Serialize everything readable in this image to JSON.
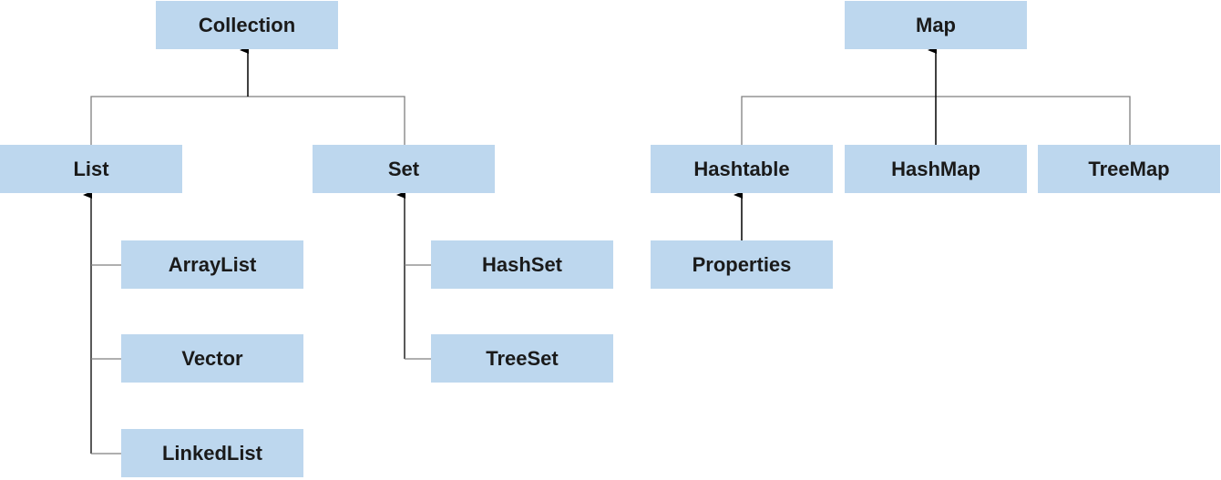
{
  "nodes": {
    "collection": "Collection",
    "map": "Map",
    "list": "List",
    "set": "Set",
    "hashtable": "Hashtable",
    "hashmap": "HashMap",
    "treemap": "TreeMap",
    "arraylist": "ArrayList",
    "vector": "Vector",
    "linkedlist": "LinkedList",
    "hashset": "HashSet",
    "treeset": "TreeSet",
    "properties": "Properties"
  },
  "hierarchy": [
    {
      "parent": "Collection",
      "children": [
        "List",
        "Set"
      ]
    },
    {
      "parent": "List",
      "children": [
        "ArrayList",
        "Vector",
        "LinkedList"
      ]
    },
    {
      "parent": "Set",
      "children": [
        "HashSet",
        "TreeSet"
      ]
    },
    {
      "parent": "Map",
      "children": [
        "Hashtable",
        "HashMap",
        "TreeMap"
      ]
    },
    {
      "parent": "Hashtable",
      "children": [
        "Properties"
      ]
    }
  ],
  "colors": {
    "node_fill": "#bdd7ee",
    "line": "#7f7f7f",
    "arrow": "#000000",
    "text": "#1a1a1a"
  }
}
